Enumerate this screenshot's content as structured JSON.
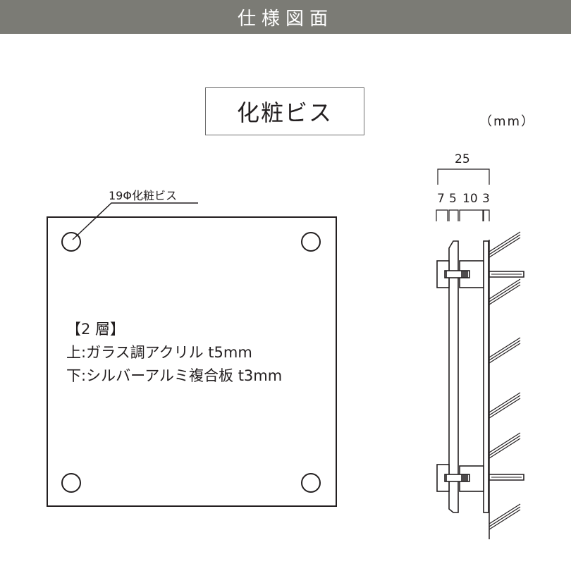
{
  "header": {
    "title": "仕様図面",
    "bg_color": "#7b7b75"
  },
  "product_label": "化粧ビス",
  "unit": "（mm）",
  "callout": {
    "text": "19Φ化粧ビス"
  },
  "description": {
    "layers": "【2 層】",
    "top": "上:ガラス調アクリル t5mm",
    "bottom": "下:シルバーアルミ複合板 t3mm"
  },
  "side_view": {
    "total_depth": "25",
    "segments": [
      "7",
      "5",
      "10",
      "3"
    ]
  }
}
